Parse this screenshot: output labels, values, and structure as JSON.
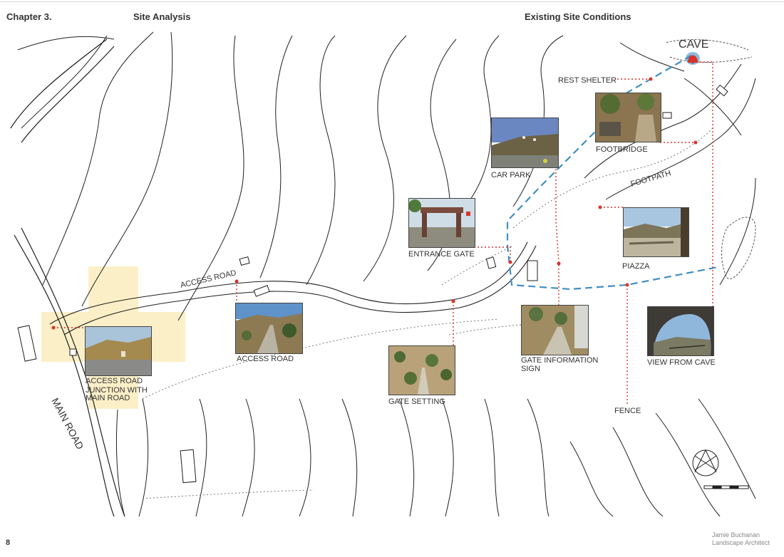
{
  "header": {
    "chapter": "Chapter 3.",
    "section": "Site Analysis",
    "title": "Existing Site Conditions"
  },
  "labels": {
    "cave": "CAVE",
    "rest_shelter": "REST SHELTER",
    "footbridge": "FOOTBRIDGE",
    "car_park": "CAR PARK",
    "footpath": "FOOTPATH",
    "entrance_gate": "ENTRANCE GATE",
    "piazza": "PIAZZA",
    "access_road_path": "ACCESS ROAD",
    "access_road_photo": "ACCESS ROAD",
    "junction_1": "ACCESS ROAD",
    "junction_2": "JUNCTION WITH",
    "junction_3": "MAIN ROAD",
    "gate_info_1": "GATE INFORMATION",
    "gate_info_2": "SIGN",
    "view_from_cave": "VIEW FROM CAVE",
    "gate_setting": "GATE SETTING",
    "fence": "FENCE",
    "main_road": "MAIN ROAD"
  },
  "footer": {
    "page_number": "8",
    "author": "Jamie Buchanan",
    "role": "Landscape Architect"
  },
  "colors": {
    "route_blue": "#3f8fc4",
    "leader_red": "#d9322b",
    "highlight_yellow": "#fbeec1",
    "contour": "#1f1f1f"
  }
}
